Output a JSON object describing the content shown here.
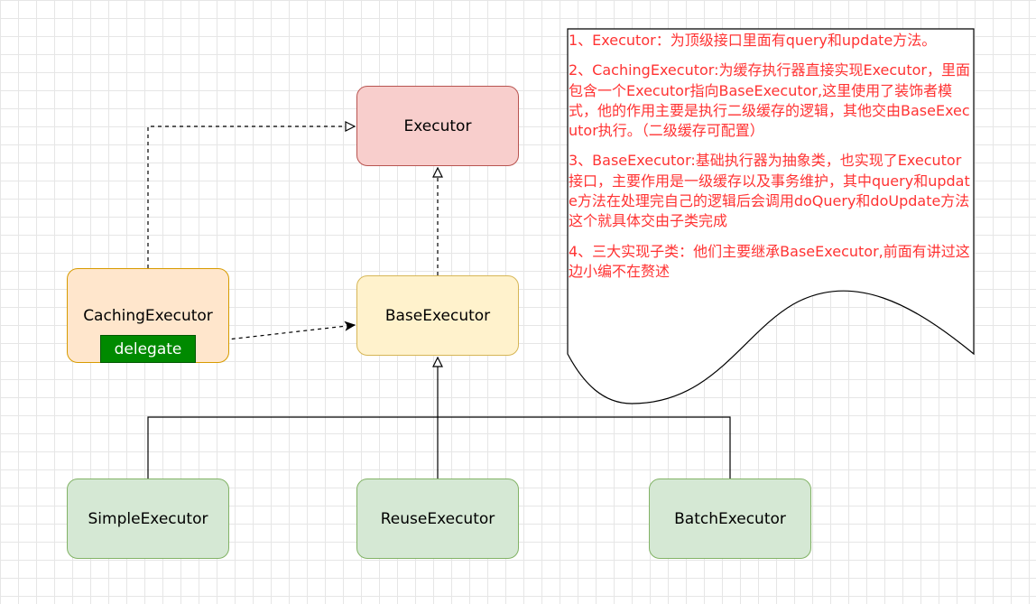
{
  "nodes": {
    "executor": "Executor",
    "base_executor": "BaseExecutor",
    "caching_executor": "CachingExecutor",
    "delegate": "delegate",
    "simple_executor": "SimpleExecutor",
    "reuse_executor": "ReuseExecutor",
    "batch_executor": "BatchExecutor"
  },
  "note": {
    "items": [
      "1、Executor：为顶级接口里面有query和update方法。",
      "2、CachingExecutor:为缓存执行器直接实现Executor，里面包含一个Executor指向BaseExecutor,这里使用了装饰者模式，他的作用主要是执行二级缓存的逻辑，其他交由BaseExecutor执行。（二级缓存可配置）",
      "3、BaseExecutor:基础执行器为抽象类，也实现了Executor接口，主要作用是一级缓存以及事务维护，其中query和update方法在处理完自己的逻辑后会调用doQuery和doUpdate方法这个就具体交由子类完成",
      "4、三大实现子类：他们主要继承BaseExecutor,前面有讲过这边小编不在赘述"
    ]
  },
  "colors": {
    "executor_fill": "#f8cecc",
    "base_fill": "#fff2cc",
    "caching_fill": "#ffe6cc",
    "subclass_fill": "#d5e8d4",
    "delegate_fill": "#008a00",
    "note_text": "#ff3333"
  }
}
